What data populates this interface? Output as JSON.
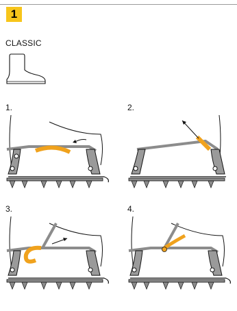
{
  "header": {
    "step_number": "1"
  },
  "binding": {
    "type": "CLASSIC"
  },
  "panels": [
    {
      "label": "1."
    },
    {
      "label": "2."
    },
    {
      "label": "3."
    },
    {
      "label": "4."
    }
  ],
  "colors": {
    "badge": "#f7c51b",
    "strap": "#f0a21d",
    "metal": "#8c8c8c",
    "outline": "#111111"
  }
}
